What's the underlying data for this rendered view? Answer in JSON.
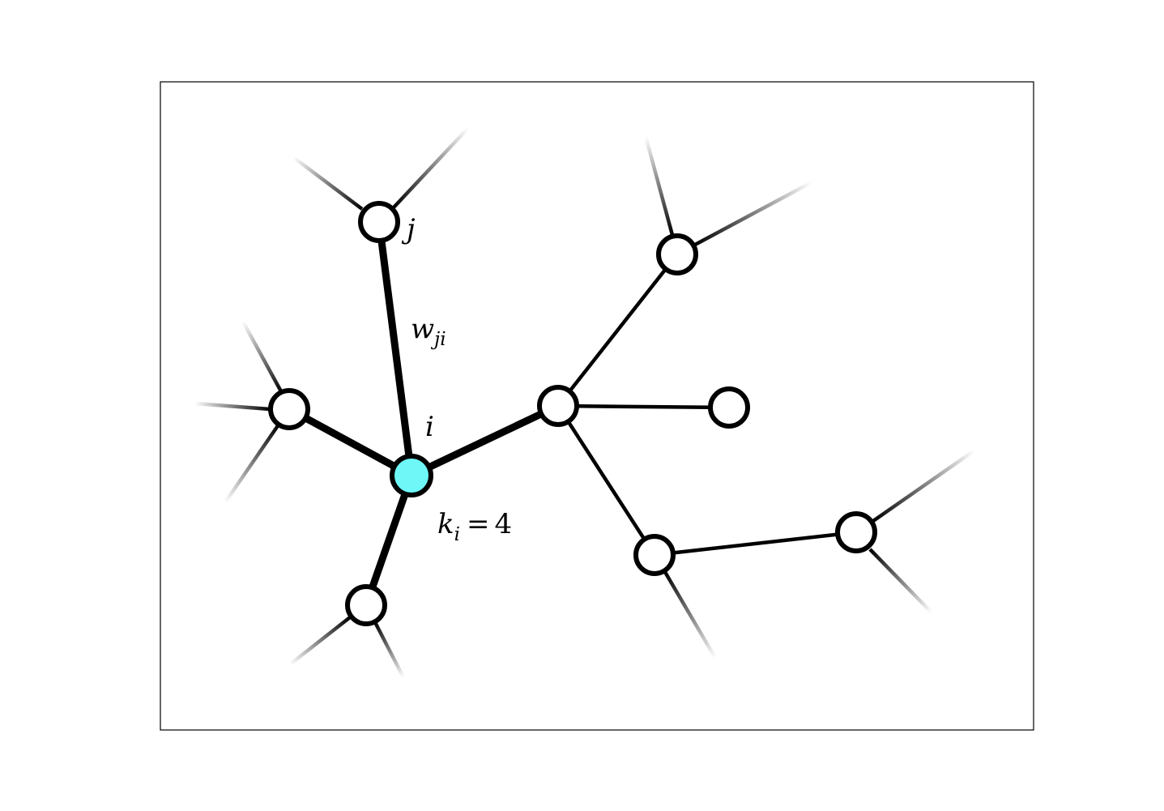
{
  "diagram": {
    "type": "weighted network",
    "nodes": [
      {
        "id": "i",
        "label": "i",
        "highlighted": true
      },
      {
        "id": "j",
        "label": "j"
      },
      {
        "id": "a",
        "label": ""
      },
      {
        "id": "b",
        "label": ""
      },
      {
        "id": "c",
        "label": ""
      },
      {
        "id": "d",
        "label": ""
      },
      {
        "id": "e",
        "label": ""
      },
      {
        "id": "f",
        "label": ""
      },
      {
        "id": "g",
        "label": ""
      }
    ],
    "edges": [
      {
        "from": "i",
        "to": "j",
        "weight": "heavy"
      },
      {
        "from": "i",
        "to": "a",
        "weight": "heavy"
      },
      {
        "from": "i",
        "to": "b",
        "weight": "heavy"
      },
      {
        "from": "i",
        "to": "c",
        "weight": "heavy"
      },
      {
        "from": "c",
        "to": "d",
        "weight": "normal"
      },
      {
        "from": "c",
        "to": "e",
        "weight": "normal"
      },
      {
        "from": "c",
        "to": "f",
        "weight": "normal"
      },
      {
        "from": "f",
        "to": "g",
        "weight": "normal"
      }
    ],
    "annotations": {
      "node_j": "j",
      "node_i": "i",
      "edge_weight": {
        "base": "w",
        "subscript": "ji"
      },
      "degree": {
        "base": "k",
        "subscript": "i",
        "equals": "=",
        "value": "4"
      }
    },
    "colors": {
      "highlight_fill": "#6ff7f7",
      "node_fill": "#ffffff",
      "stroke": "#000000",
      "frame": "#000000"
    }
  }
}
